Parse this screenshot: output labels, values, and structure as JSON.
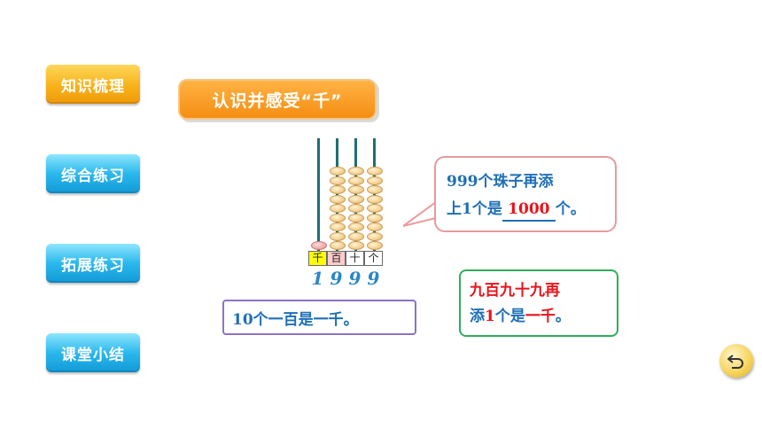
{
  "nav": {
    "items": [
      {
        "label": "知识梳理"
      },
      {
        "label": "综合练习"
      },
      {
        "label": "拓展练习"
      },
      {
        "label": "课堂小结"
      }
    ]
  },
  "title": "认识并感受“千”",
  "abacus": {
    "places": [
      "千",
      "百",
      "十",
      "个"
    ],
    "digits": [
      "1",
      "9",
      "9",
      "9"
    ]
  },
  "bubble": {
    "line1": "999个珠子再添",
    "line2_prefix": "上1个是",
    "answer": "1000",
    "line2_suffix": "个。"
  },
  "fact_box": "10个一百是一千。",
  "note_box": {
    "line1": "九百九十九再",
    "line2_a": "添",
    "line2_b": "1",
    "line2_c": "个是",
    "line2_d": "一千",
    "line2_e": "。"
  },
  "colors": {
    "nav_orange": "#f7b21a",
    "nav_blue": "#2bb8ec",
    "title_orange": "#f58e12",
    "text_blue": "#1e6fb5",
    "accent_red": "#e8141b"
  },
  "icons": {
    "back": "back-arrow-icon"
  }
}
